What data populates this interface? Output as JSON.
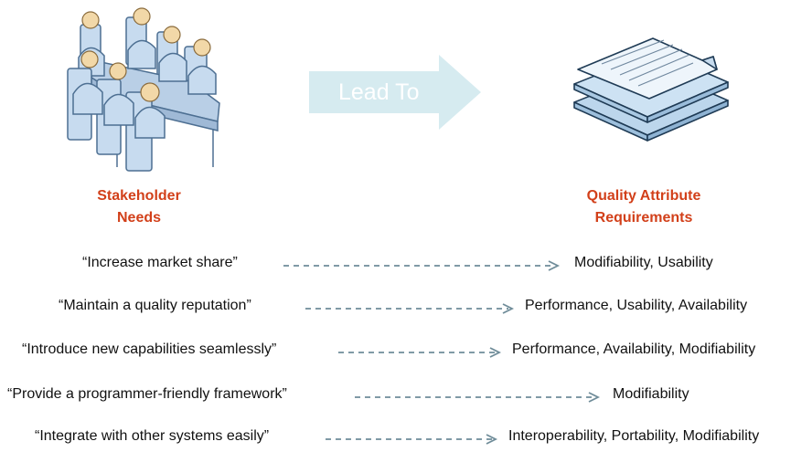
{
  "arrow_label": "Lead To",
  "left_heading": [
    "Stakeholder",
    "Needs"
  ],
  "right_heading": [
    "Quality Attribute",
    "Requirements"
  ],
  "colors": {
    "heading": "#d2401a",
    "arrow_fill": "#d6ebf0",
    "arrow_text": "#ffffff",
    "dash": "#6f8c99",
    "figure_fill": "#c7dbef",
    "figure_outline": "#4d6f92",
    "skin": "#f2d8a8",
    "doc_fill": "#dceaf5",
    "doc_outline": "#1f3b55"
  },
  "icons": {
    "left": "stakeholder-meeting-icon",
    "right": "document-stack-icon"
  },
  "mappings": [
    {
      "need": "“Increase market share”",
      "attributes": "Modifiability, Usability"
    },
    {
      "need": "“Maintain a quality reputation”",
      "attributes": "Performance, Usability, Availability"
    },
    {
      "need": "“Introduce new capabilities seamlessly”",
      "attributes": "Performance, Availability, Modifiability"
    },
    {
      "need": "“Provide a programmer-friendly framework”",
      "attributes": "Modifiability"
    },
    {
      "need": "“Integrate with other systems easily”",
      "attributes": "Interoperability, Portability, Modifiability"
    }
  ]
}
